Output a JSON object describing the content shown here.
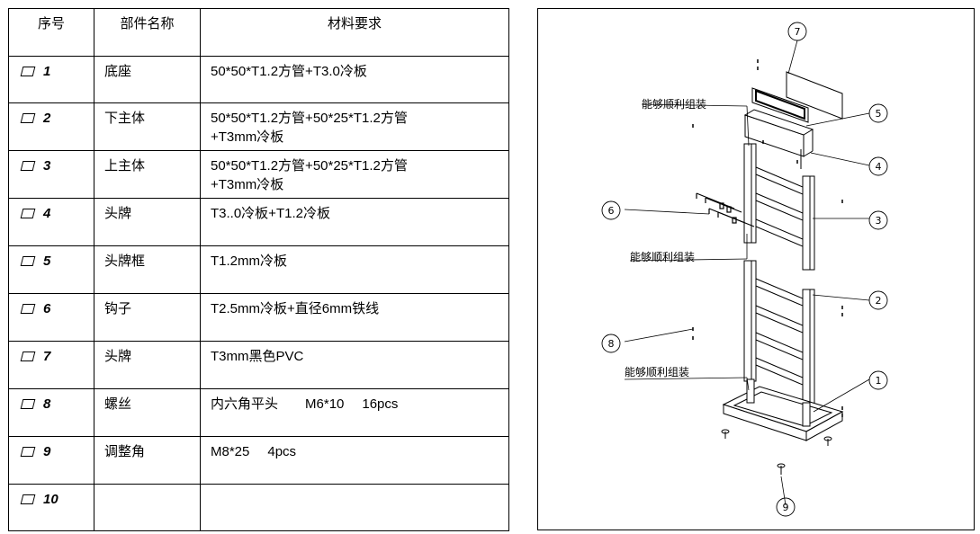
{
  "table": {
    "headers": {
      "num": "序号",
      "name": "部件名称",
      "material": "材料要求"
    },
    "rows": [
      {
        "num": "1",
        "name": "底座",
        "material": [
          "50*50*T1.2方管+T3.0冷板"
        ]
      },
      {
        "num": "2",
        "name": "下主体",
        "material": [
          "50*50*T1.2方管+50*25*T1.2方管",
          "+T3mm冷板"
        ]
      },
      {
        "num": "3",
        "name": "上主体",
        "material": [
          "50*50*T1.2方管+50*25*T1.2方管",
          "+T3mm冷板"
        ]
      },
      {
        "num": "4",
        "name": "头牌",
        "material": [
          "T3..0冷板+T1.2冷板"
        ]
      },
      {
        "num": "5",
        "name": "头牌框",
        "material": [
          "T1.2mm冷板"
        ]
      },
      {
        "num": "6",
        "name": "钩子",
        "material": [
          "T2.5mm冷板+直径6mm铁线"
        ]
      },
      {
        "num": "7",
        "name": "头牌",
        "material": [
          "T3mm黑色PVC"
        ]
      },
      {
        "num": "8",
        "name": "螺丝",
        "material": [
          "内六角平头"
        ],
        "spec": "M6*10",
        "qty": "16pcs"
      },
      {
        "num": "9",
        "name": "调整角",
        "material": [
          "M8*25"
        ],
        "qty": "4pcs"
      },
      {
        "num": "10",
        "name": "",
        "material": [
          ""
        ]
      }
    ]
  },
  "drawing": {
    "annotation": "能够顺利组装",
    "callouts": [
      "1",
      "2",
      "3",
      "4",
      "5",
      "6",
      "7",
      "8",
      "9"
    ]
  }
}
